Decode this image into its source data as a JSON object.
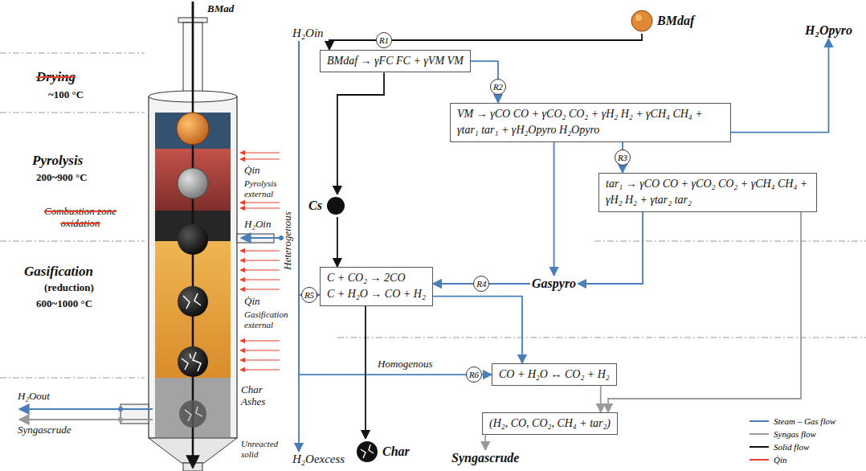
{
  "diagram": {
    "nodes": [
      {
        "text": [
          "BMdaf"
        ]
      },
      {
        "text": [
          "H₂Oin"
        ]
      },
      {
        "text": [
          "BMdaf → γFC FC + γVM VM"
        ]
      },
      {
        "text": [
          "H₂Opyro"
        ]
      },
      {
        "text": [
          "VM → γCO CO + γCO₂ CO₂ + γH₂ H₂ + γCH₄ CH₄ + γtar₁ tar₁ + γH₂Opyro H₂Opyro"
        ]
      },
      {
        "text": [
          "Cs"
        ]
      },
      {
        "text": [
          "tar₁ → γCO CO + γCO₂ CO₂ + γCH₄ CH₄ + γH₂ H₂ + γtar₂ tar₂"
        ]
      },
      {
        "text": [
          "Gaspyro"
        ]
      },
      {
        "text": [
          "C + CO₂ → 2CO",
          "C + H₂O → CO + H₂"
        ]
      },
      {
        "text": [
          "CO + H₂O ↔ CO₂ + H₂"
        ]
      },
      {
        "text": [
          "(H₂, CO, CO₂, CH₄ + tar₂)"
        ]
      },
      {
        "text": [
          "Char"
        ]
      },
      {
        "text": [
          "H₂Oexcess"
        ]
      },
      {
        "text": [
          "Syngascrude"
        ]
      }
    ],
    "edges": [
      {
        "from": 0,
        "to": 2,
        "arrow": "to",
        "label": "R1"
      },
      {
        "from": 2,
        "to": 4,
        "arrow": "to",
        "label": "R2"
      },
      {
        "from": 4,
        "to": 3,
        "arrow": "to"
      },
      {
        "from": 4,
        "to": 6,
        "arrow": "to",
        "label": "R3"
      },
      {
        "from": 4,
        "to": 7,
        "arrow": "to"
      },
      {
        "from": 6,
        "to": 7,
        "arrow": "to"
      },
      {
        "from": 2,
        "to": 5,
        "arrow": "to"
      },
      {
        "from": 5,
        "to": 8,
        "arrow": "to"
      },
      {
        "from": 7,
        "to": 8,
        "arrow": "to",
        "label": "R4"
      },
      {
        "from": 1,
        "to": 8,
        "arrow": "to",
        "label": "R5"
      },
      {
        "from": 1,
        "to": 9,
        "arrow": "to",
        "label": "R6"
      },
      {
        "from": 1,
        "to": 12,
        "arrow": "to"
      },
      {
        "from": 8,
        "to": 9,
        "arrow": "to"
      },
      {
        "from": 8,
        "to": 11,
        "arrow": "to"
      },
      {
        "from": 9,
        "to": 10,
        "arrow": "to"
      },
      {
        "from": 6,
        "to": 10,
        "arrow": "to"
      },
      {
        "from": 10,
        "to": 13,
        "arrow": "to"
      }
    ],
    "labels": [
      "BMad",
      "Drying",
      "~100 °C",
      "Pyrolysis",
      "200~900 °C",
      "Q̇in",
      "Pyrolysis external",
      "H₂Oin",
      "Combustion zone oxidation",
      "Gasification",
      "(reduction)",
      "600~1000 °C",
      "Q̇in",
      "Gasification external",
      "Char Ashes",
      "H₂Oout",
      "Syngascrude",
      "Unreacted solid",
      "Heterogenous",
      "Homogenous"
    ],
    "legend": [
      {
        "text": "Steam – Gas flow"
      },
      {
        "text": "Syngas flow"
      },
      {
        "text": "Solid flow"
      },
      {
        "text": "Q̇in"
      }
    ]
  }
}
